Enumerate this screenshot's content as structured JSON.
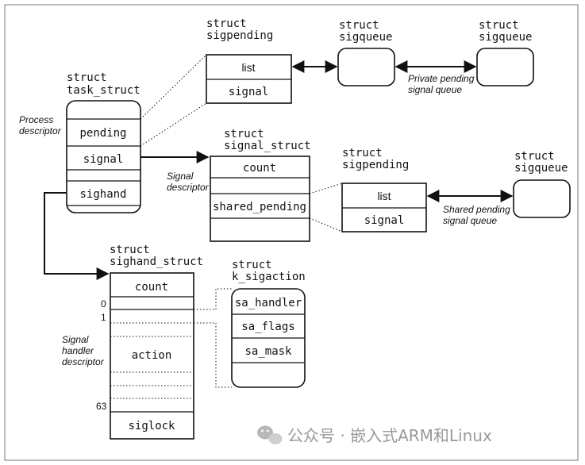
{
  "task_struct": {
    "title": [
      "struct",
      "task_struct"
    ],
    "label": [
      "Process",
      "descriptor"
    ],
    "fields": [
      "pending",
      "signal",
      "sighand"
    ]
  },
  "sigpending_private": {
    "title": [
      "struct",
      "sigpending"
    ],
    "fields": [
      "list",
      "signal"
    ]
  },
  "sigqueue_private_1": {
    "title": [
      "struct",
      "sigqueue"
    ]
  },
  "sigqueue_private_2": {
    "title": [
      "struct",
      "sigqueue"
    ]
  },
  "private_queue_label": [
    "Private pending",
    "signal queue"
  ],
  "signal_struct": {
    "title": [
      "struct",
      "signal_struct"
    ],
    "label": [
      "Signal",
      "descriptor"
    ],
    "fields": [
      "count",
      "shared_pending"
    ]
  },
  "sigpending_shared": {
    "title": [
      "struct",
      "sigpending"
    ],
    "fields": [
      "list",
      "signal"
    ]
  },
  "sigqueue_shared": {
    "title": [
      "struct",
      "sigqueue"
    ]
  },
  "shared_queue_label": [
    "Shared pending",
    "signal queue"
  ],
  "sighand_struct": {
    "title": [
      "struct",
      "sighand_struct"
    ],
    "label": [
      "Signal",
      "handler",
      "descriptor"
    ],
    "fields": [
      "count",
      "action",
      "siglock"
    ],
    "indices": [
      "0",
      "1",
      "63"
    ]
  },
  "k_sigaction": {
    "title": [
      "struct",
      "k_sigaction"
    ],
    "fields": [
      "sa_handler",
      "sa_flags",
      "sa_mask"
    ]
  },
  "watermark": "公众号 · 嵌入式ARM和Linux"
}
